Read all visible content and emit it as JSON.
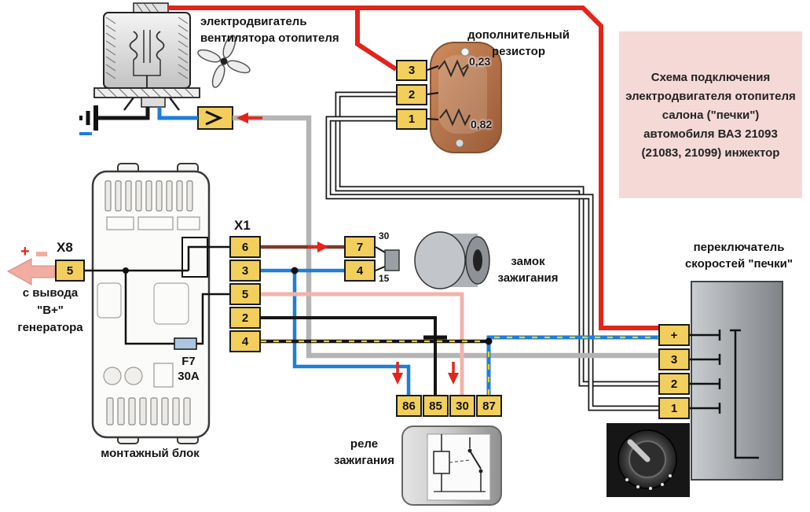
{
  "info_box": {
    "lines": [
      "Схема подключения",
      "электродвигателя отопителя",
      "салона (\"печки\")",
      "автомобиля ВАЗ 21093",
      "(21083, 21099) инжектор"
    ]
  },
  "labels": {
    "motor_line1": "электродвигатель",
    "motor_line2": "вентилятора отопителя",
    "resistor_line1": "дополнительный",
    "resistor_line2": "резистор",
    "value_top": "0,23",
    "value_bottom": "0,82",
    "x8": "X8",
    "x1": "X1",
    "plus_sign": "+",
    "gen_line1": "с вывода",
    "gen_line2": "\"В+\"",
    "gen_line3": "генератора",
    "fuse_name": "F7",
    "fuse_rating": "30A",
    "block": "монтажный блок",
    "lock_line1": "замок",
    "lock_line2": "зажигания",
    "relay_line1": "реле",
    "relay_line2": "зажигания",
    "switch_line1": "переключатель",
    "switch_line2": "скоростей \"печки\"",
    "term_30": "30",
    "term_15": "15"
  },
  "pins": {
    "x8": [
      "5"
    ],
    "x1": [
      "6",
      "3",
      "5",
      "2",
      "4"
    ],
    "ignition": [
      "7",
      "4"
    ],
    "resistor": [
      "3",
      "2",
      "1"
    ],
    "relay": [
      "86",
      "85",
      "30",
      "87"
    ],
    "switch": [
      "+",
      "3",
      "2",
      "1"
    ]
  },
  "colors": {
    "wire_red": "#e3241b",
    "wire_blue": "#1e7ed8",
    "wire_gray": "#b4b4b4",
    "wire_pink": "#f2b3aa",
    "wire_brown": "#7d392a",
    "wire_black": "#151515",
    "dash_yellow": "#f2d200",
    "connector_yellow": "#f2cf5c",
    "info_pink": "#f4d9d7"
  }
}
